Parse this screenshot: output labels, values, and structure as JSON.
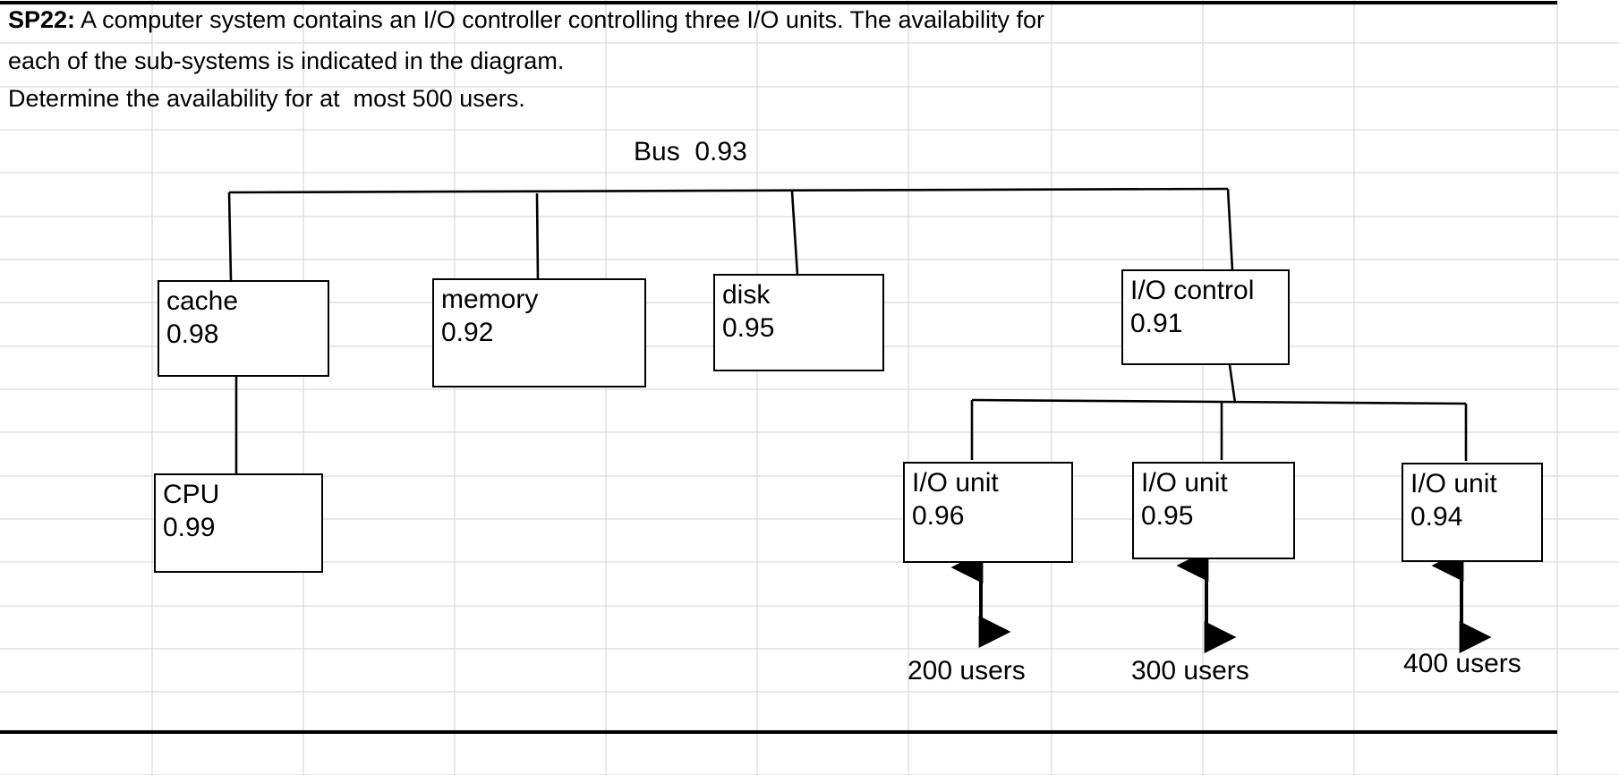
{
  "page": {
    "background": "#ffffff",
    "grid_color": "#d9d9d9",
    "line_color": "#000000",
    "rule_color": "#000000"
  },
  "header": {
    "label_tag": "SP22:",
    "line1_rest": " A computer system contains an I/O controller controlling three I/O units. The availability for",
    "line2": "each of the sub-systems is indicated in the diagram.",
    "line3": "Determine the availability for at  most 500 users."
  },
  "diagram": {
    "bus_label": "Bus  0.93",
    "nodes": [
      {
        "id": "cache",
        "name": "cache",
        "availability": "0.98"
      },
      {
        "id": "memory",
        "name": "memory",
        "availability": "0.92"
      },
      {
        "id": "disk",
        "name": "disk",
        "availability": "0.95"
      },
      {
        "id": "io-control",
        "name": "I/O control",
        "availability": "0.91"
      },
      {
        "id": "cpu",
        "name": "CPU",
        "availability": "0.99"
      },
      {
        "id": "io-unit-1",
        "name": "I/O unit",
        "availability": "0.96"
      },
      {
        "id": "io-unit-2",
        "name": "I/O unit",
        "availability": "0.95"
      },
      {
        "id": "io-unit-3",
        "name": "I/O unit",
        "availability": "0.94"
      }
    ],
    "user_loads": [
      {
        "id": "load-1",
        "label": "200 users"
      },
      {
        "id": "load-2",
        "label": "300 users"
      },
      {
        "id": "load-3",
        "label": "400 users"
      }
    ]
  }
}
